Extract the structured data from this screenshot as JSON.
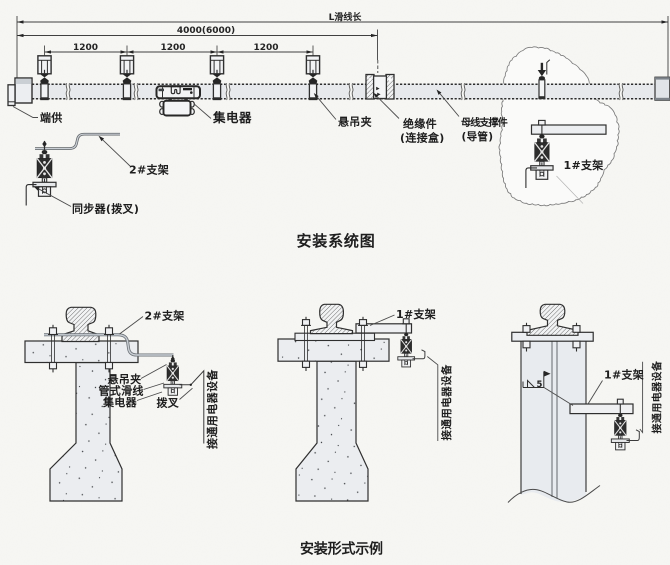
{
  "drawing": {
    "kind": "scanned installation drawing of a mobile-power sliding contact line (conductor rail) system",
    "titles": {
      "system_diagram": "安装系统图",
      "installation_examples": "安装形式示例"
    },
    "dimensions": {
      "total_length": "L滑线长",
      "section_length": "4000(6000)",
      "hanger_spacing": "1200"
    },
    "labels": {
      "end_feed": "端供",
      "collector": "集电器",
      "suspension_clamp": "悬吊夹",
      "insulator": "绝缘件",
      "junction_box": "(连接盒)",
      "busbar_support": "母线支撑件",
      "conduit": "(导管)",
      "bracket_no1": "1#支架",
      "bracket_no2": "2#支架",
      "synchronizer_fork": "同步器(拨叉)",
      "tube_slide_wire": "管式滑线",
      "fork": "拨叉",
      "connect_to_equipment": "接通用电器设备"
    },
    "weld_note": {
      "size": "5"
    },
    "colors": {
      "paper": "#fbfbf9",
      "ink": "#2d2d2d",
      "rail_fill": "#e9ebee",
      "concrete_fill": "#edeff2",
      "bracket_gray": "#c7ccd3"
    }
  }
}
